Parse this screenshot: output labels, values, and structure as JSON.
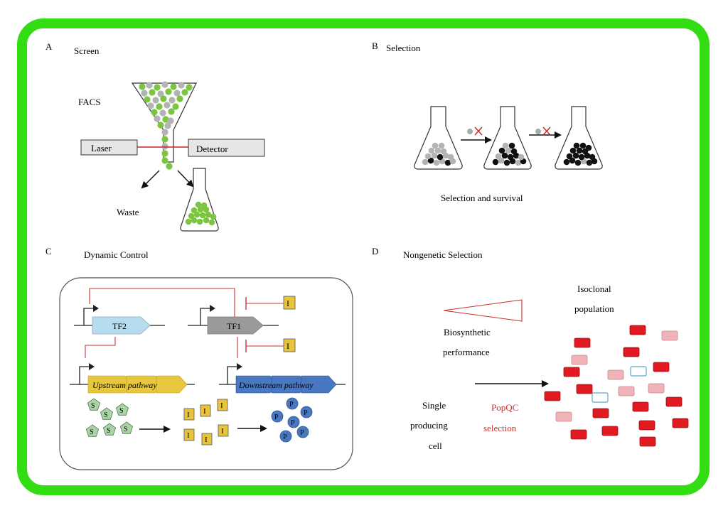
{
  "colors": {
    "frame_green": "#33dd14",
    "cell_green": "#7cc540",
    "cell_grey": "#b3b3b3",
    "cell_black": "#111111",
    "laser_red": "#cc2222",
    "tf_blue": "#b7dcef",
    "tf_grey": "#9a9a9a",
    "upstream_yellow": "#e7c73e",
    "downstream_blue": "#4a78c0",
    "metabolite_S": "#a8d4a8",
    "metabolite_I": "#e8c43c",
    "metabolite_P": "#4a78c0",
    "red_cell": "#e11a22",
    "pink_cell": "#f0b4b8",
    "cyan_cell": "#5aa8c8",
    "popqc_red": "#d42a2a",
    "repression_red": "#cc3333"
  },
  "panel_a": {
    "letter": "A",
    "title": "Screen",
    "facs": "FACS",
    "laser": "Laser",
    "detector": "Detector",
    "waste": "Waste"
  },
  "panel_b": {
    "letter": "B",
    "title": "Selection",
    "caption": "Selection and survival"
  },
  "panel_c": {
    "letter": "C",
    "title": "Dynamic Control",
    "tf2": "TF2",
    "tf1": "TF1",
    "inducer": "I",
    "upstream": "Upstream pathway",
    "downstream": "Downstream pathway",
    "substrate": "S",
    "intermediate": "I",
    "product": "P"
  },
  "panel_d": {
    "letter": "D",
    "title": "Nongenetic Selection",
    "isoclonal_line1": "Isoclonal",
    "isoclonal_line2": "population",
    "biosynthetic_line1": "Biosynthetic",
    "biosynthetic_line2": "performance",
    "single_line1": "Single",
    "single_line2": "producing",
    "single_line3": "cell",
    "popqc_line1": "PopQC",
    "popqc_line2": "selection"
  }
}
